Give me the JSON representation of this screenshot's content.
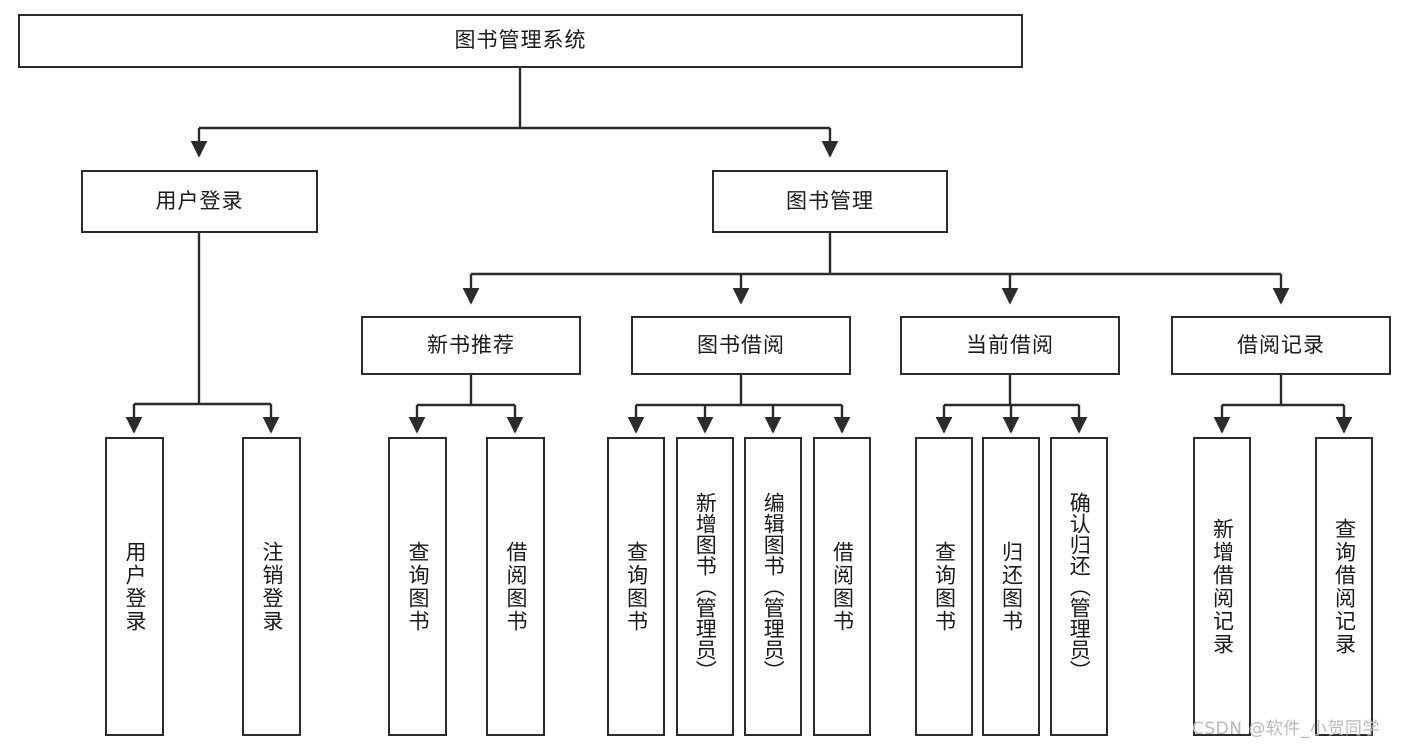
{
  "diagram": {
    "title": "图书管理系统",
    "type": "hierarchy-tree",
    "watermark": "CSDN @软件_小贺同学",
    "colors": {
      "box_border": "#2b2b2b",
      "box_fill": "#ffffff",
      "connector": "#2b2b2b",
      "text": "#1a1a1a",
      "watermark": "#b9b9b9"
    },
    "levels": {
      "root": [
        "图书管理系统"
      ],
      "level2": [
        "用户登录",
        "图书管理"
      ],
      "level3": [
        "新书推荐",
        "图书借阅",
        "当前借阅",
        "借阅记录"
      ],
      "leaves": [
        "用户登录",
        "注销登录",
        "查询图书",
        "借阅图书",
        "查询图书",
        "新增图书（管理员）",
        "编辑图书（管理员）",
        "借阅图书",
        "查询图书",
        "归还图书",
        "确认归还（管理员）",
        "新增借阅记录",
        "查询借阅记录"
      ]
    },
    "nodes": {
      "root": {
        "label": "图书管理系统"
      },
      "user_login": {
        "label": "用户登录"
      },
      "book_manage": {
        "label": "图书管理"
      },
      "new_book_rec": {
        "label": "新书推荐"
      },
      "book_borrow": {
        "label": "图书借阅"
      },
      "current_borrow": {
        "label": "当前借阅"
      },
      "borrow_record": {
        "label": "借阅记录"
      },
      "leaf_user_login": {
        "label": "用户登录"
      },
      "leaf_logout": {
        "label": "注销登录"
      },
      "leaf_query_book_a": {
        "label": "查询图书"
      },
      "leaf_borrow_book_a": {
        "label": "借阅图书"
      },
      "leaf_query_book_b": {
        "label": "查询图书"
      },
      "leaf_add_book": {
        "label": "新增图书（管理员）"
      },
      "leaf_edit_book": {
        "label": "编辑图书（管理员）"
      },
      "leaf_borrow_book_b": {
        "label": "借阅图书"
      },
      "leaf_query_book_c": {
        "label": "查询图书"
      },
      "leaf_return_book": {
        "label": "归还图书"
      },
      "leaf_confirm_return": {
        "label": "确认归还（管理员）"
      },
      "leaf_add_record": {
        "label": "新增借阅记录"
      },
      "leaf_query_record": {
        "label": "查询借阅记录"
      }
    }
  }
}
